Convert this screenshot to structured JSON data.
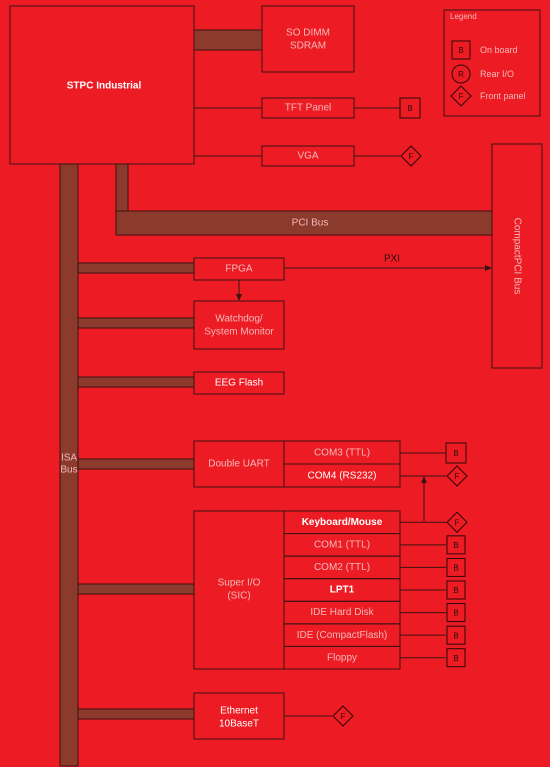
{
  "colors": {
    "background": "#ed1c24",
    "bus": "#8b3a2c",
    "line": "#3a1212"
  },
  "cpu": {
    "label": "STPC Industrial"
  },
  "dimm": {
    "line1": "SO DIMM",
    "line2": "SDRAM"
  },
  "tft": {
    "label": "TFT Panel",
    "symbol": "B"
  },
  "vga": {
    "label": "VGA",
    "symbol": "F"
  },
  "pci_bus": {
    "label": "PCI Bus"
  },
  "compactpci": {
    "label": "CompactPCI Bus"
  },
  "fpga": {
    "label": "FPGA",
    "link_label": "PXI"
  },
  "watchdog": {
    "line1": "Watchdog/",
    "line2": "System Monitor"
  },
  "eeprom": {
    "label": "EEG Flash"
  },
  "isa_bus": {
    "line1": "ISA",
    "line2": "Bus"
  },
  "uart": {
    "label": "Double UART",
    "ports": [
      {
        "label": "COM3 (TTL)",
        "symbol": "B"
      },
      {
        "label": "COM4 (RS232)",
        "symbol": "F"
      }
    ]
  },
  "superio": {
    "line1": "Super I/O",
    "line2": "(SIC)",
    "ports": [
      {
        "label": "Keyboard/Mouse",
        "symbol": "F"
      },
      {
        "label": "COM1 (TTL)",
        "symbol": "B"
      },
      {
        "label": "COM2 (TTL)",
        "symbol": "B"
      },
      {
        "label": "LPT1",
        "symbol": "B"
      },
      {
        "label": "IDE Hard Disk",
        "symbol": "B"
      },
      {
        "label": "IDE (CompactFlash)",
        "symbol": "B"
      },
      {
        "label": "Floppy",
        "symbol": "B"
      }
    ]
  },
  "ethernet": {
    "line1": "Ethernet",
    "line2": "10BaseT",
    "symbol": "F"
  },
  "legend": {
    "title": "Legend",
    "items": [
      {
        "symbol": "B",
        "shape": "square",
        "label": "On board"
      },
      {
        "symbol": "R",
        "shape": "circle",
        "label": "Rear I/O"
      },
      {
        "symbol": "F",
        "shape": "diamond",
        "label": "Front panel"
      }
    ]
  }
}
